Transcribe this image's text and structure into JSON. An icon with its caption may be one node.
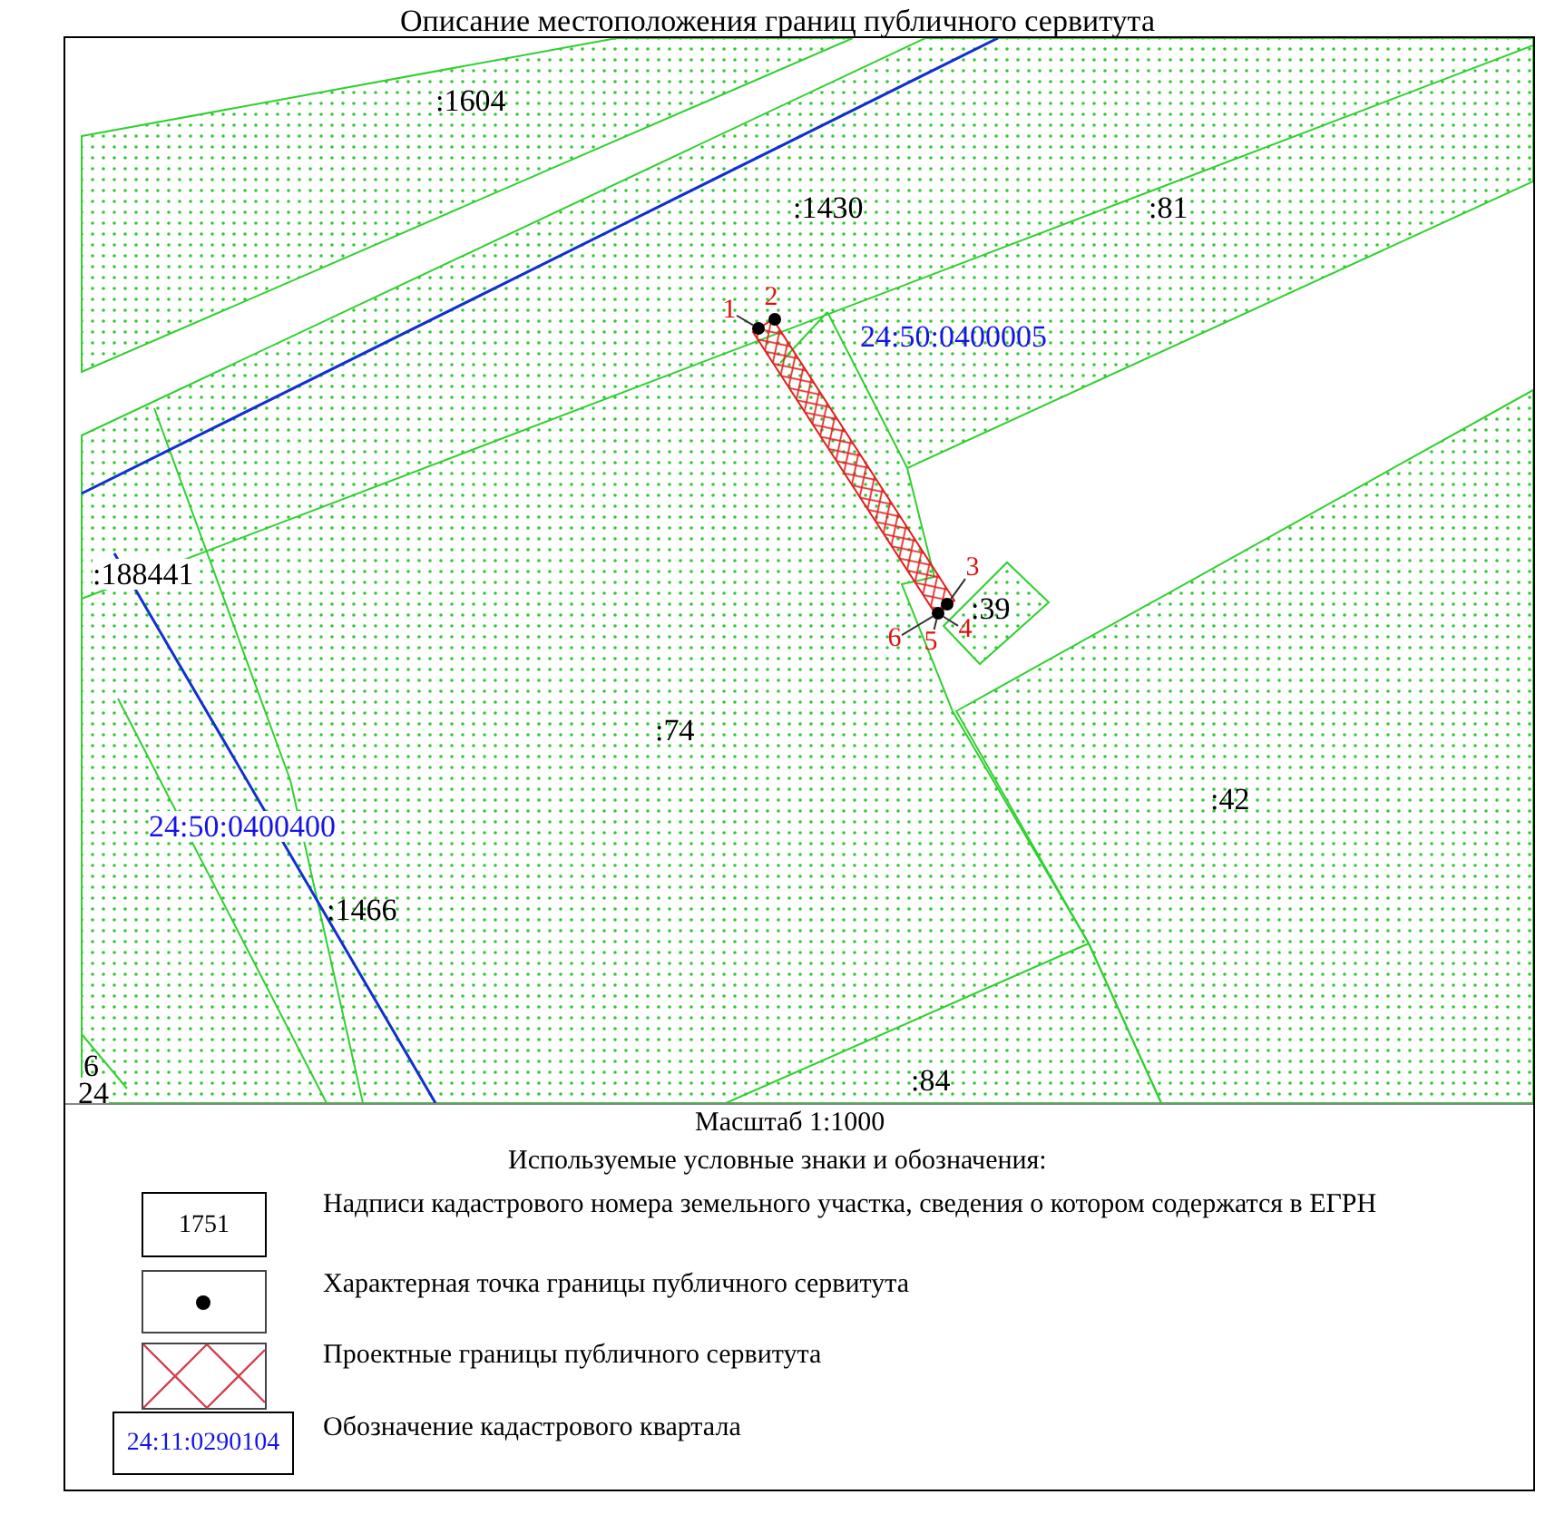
{
  "diagram": {
    "title": "Описание местоположения границ публичного сервитута",
    "nodes": [
      {
        "text": [
          "1"
        ]
      },
      {
        "text": [
          "2"
        ]
      },
      {
        "text": [],
        "shape": "circle"
      },
      {
        "text": [],
        "shape": "circle"
      },
      {
        "text": [
          "3"
        ]
      },
      {
        "text": [],
        "shape": "circle"
      },
      {
        "text": [
          "6"
        ]
      },
      {
        "text": [
          "5"
        ]
      },
      {
        "text": [
          "4"
        ]
      },
      {
        "text": [],
        "shape": "circle"
      }
    ],
    "edges": [
      {
        "from": 0,
        "to": 2,
        "arrow": "none"
      },
      {
        "from": 4,
        "to": 5,
        "arrow": "none"
      },
      {
        "from": 8,
        "to": 9,
        "arrow": "none"
      },
      {
        "from": 6,
        "to": 9,
        "arrow": "none"
      },
      {
        "from": 7,
        "to": 9,
        "arrow": "none"
      }
    ],
    "labels": [
      ":1604",
      ":1430",
      ":81",
      "24:50:0400005",
      ":39",
      ":188441",
      ":74",
      ":42",
      "24:50:0400400",
      ":1466",
      "6",
      "24",
      ":84",
      "Масштаб 1:1000",
      "Используемые условные знаки и обозначения:",
      "1751",
      "24:11:0290104"
    ],
    "legend": [
      {
        "text": "Надписи кадастрового номера земельного участка, сведения о котором содержатся в ЕГРН"
      },
      {
        "text": "Характерная точка границы публичного сервитута"
      },
      {
        "text": "Проектные границы публичного сервитута"
      },
      {
        "text": "Обозначение кадастрового квартала"
      }
    ]
  }
}
